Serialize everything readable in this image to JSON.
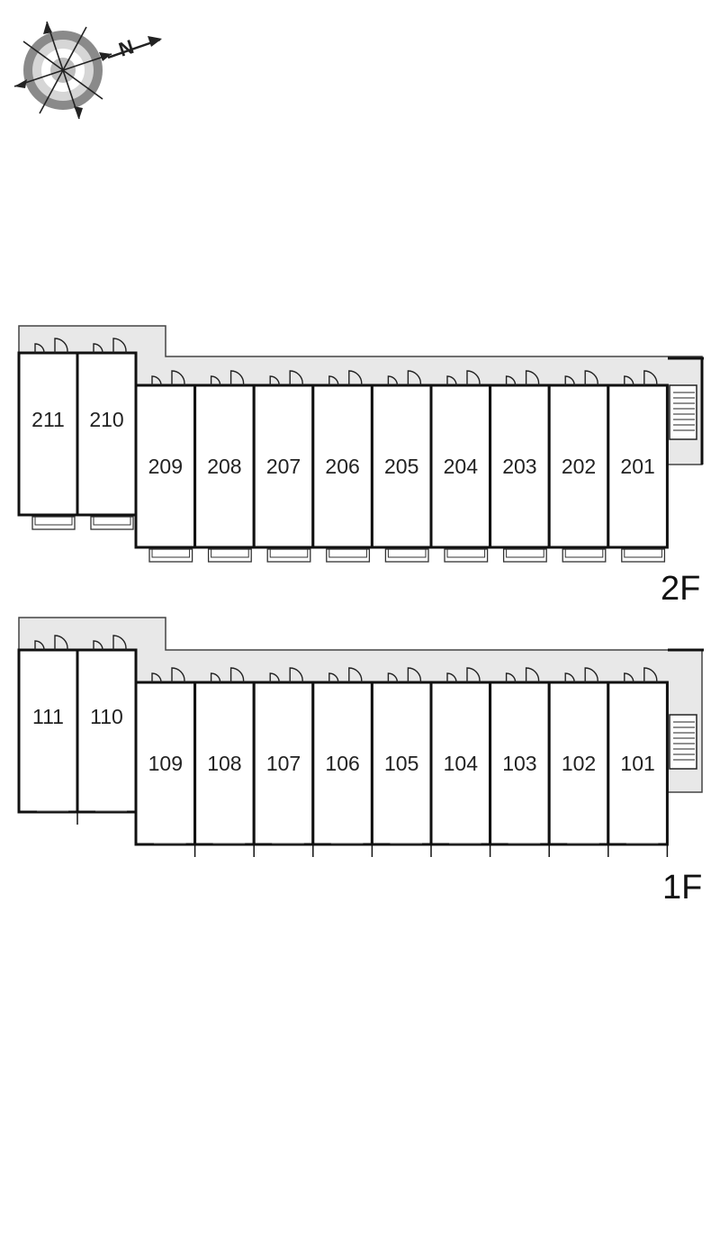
{
  "compass": {
    "north_mark": "N"
  },
  "floor2": {
    "label": "2F",
    "rooms": [
      "211",
      "210",
      "209",
      "208",
      "207",
      "206",
      "205",
      "204",
      "203",
      "202",
      "201"
    ]
  },
  "floor1": {
    "label": "1F",
    "rooms": [
      "111",
      "110",
      "109",
      "108",
      "107",
      "106",
      "105",
      "104",
      "103",
      "102",
      "101"
    ]
  },
  "colors": {
    "line": "#111111",
    "corridor": "#e8e8e8"
  }
}
